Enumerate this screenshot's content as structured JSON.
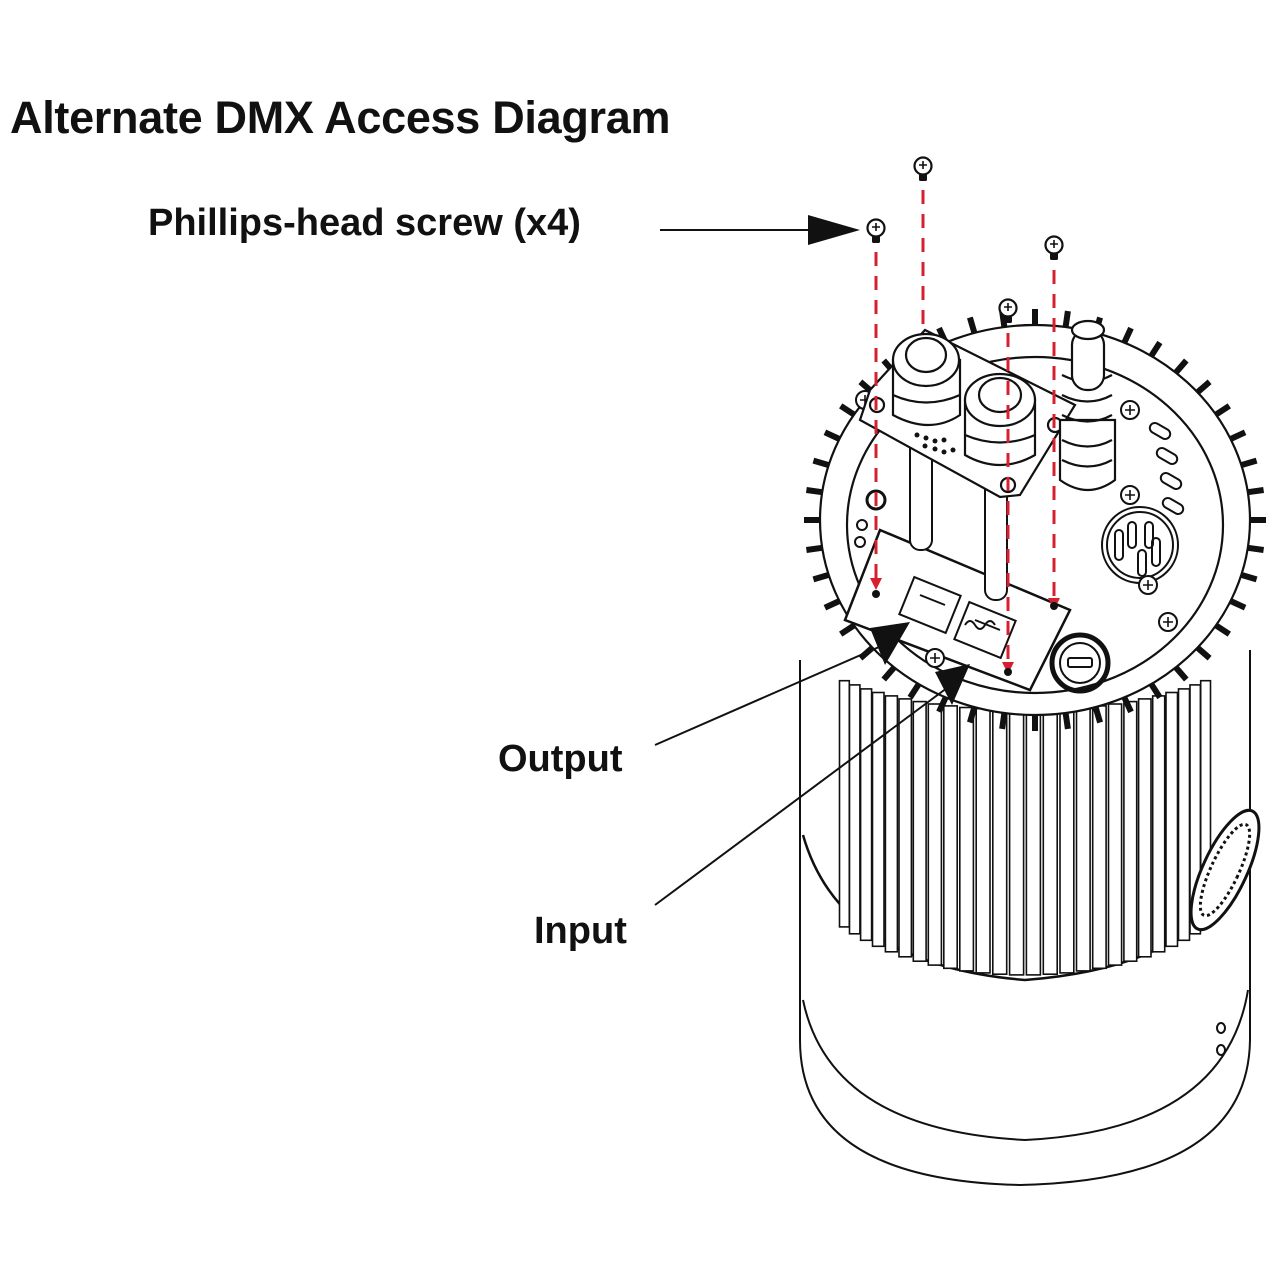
{
  "title": "Alternate DMX Access Diagram",
  "callouts": {
    "screw": "Phillips-head screw (x4)",
    "output": "Output",
    "input": "Input"
  },
  "colors": {
    "ink": "#111111",
    "guide_line": "#d6202f",
    "background": "#ffffff"
  },
  "diagram": {
    "subject": "cylindrical fixture with finned heatsink, DMX access plate removed",
    "screw_count": 4,
    "parts": [
      "phillips-head screws",
      "cable gland plate",
      "cable glands",
      "DMX output connector",
      "DMX input connector",
      "XLR panel connector",
      "heatsink fins",
      "base housing"
    ]
  }
}
